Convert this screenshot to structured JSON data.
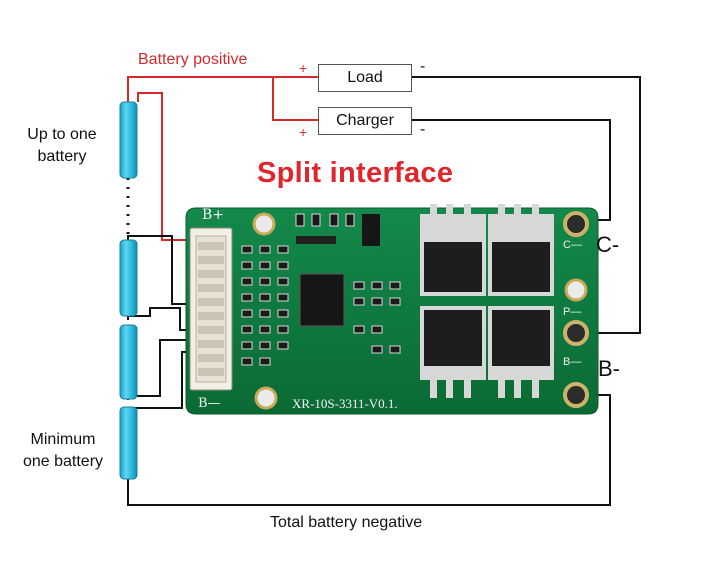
{
  "labels": {
    "battery_positive": "Battery positive",
    "load": "Load",
    "charger": "Charger",
    "up_to_one_battery": [
      "Up to one",
      "battery"
    ],
    "minimum_one_battery": [
      "Minimum",
      "one battery"
    ],
    "split_interface": "Split interface",
    "total_battery_negative": "Total battery negative",
    "c_minus": "C-",
    "b_minus": "B-",
    "plus": "+",
    "minus": "-"
  },
  "board_silkscreen": {
    "b_plus": "B+",
    "b_minus": "B—",
    "model": "XR-10S-3311-V0.1.",
    "pad_c": "C—",
    "pad_p": "P—",
    "pad_b": "B—"
  },
  "colors": {
    "positive_wire": "#d42a2a",
    "negative_wire": "#111111",
    "title_red": "#e0262b",
    "pcb_green": "#0f7a3e",
    "battery_cyan": "#27b9dc"
  }
}
